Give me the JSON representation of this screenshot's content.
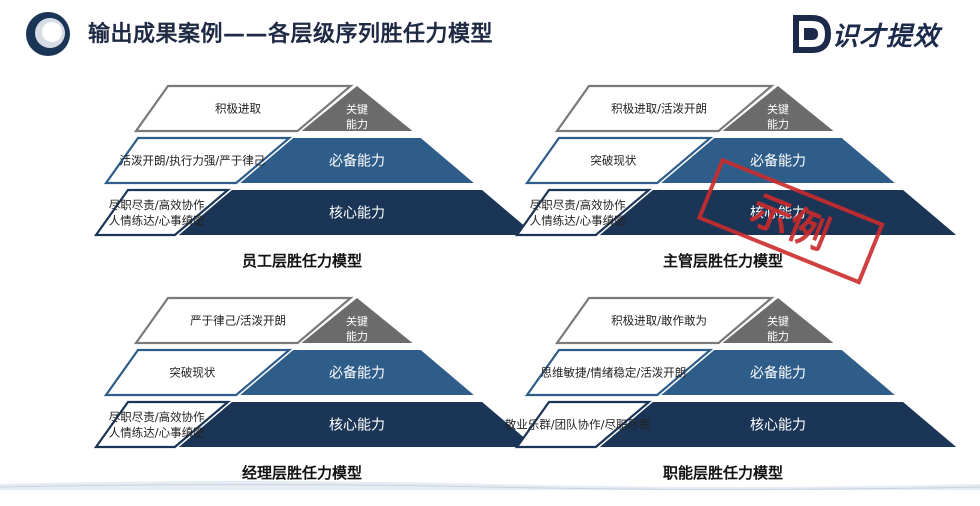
{
  "header": {
    "title": "输出成果案例——各层级序列胜任力模型",
    "brand": "识才提效",
    "colors": {
      "navy": "#1b3556",
      "mid_blue": "#2f5d8a",
      "gray": "#6b6b6b",
      "stamp_red": "#cc2b2b"
    }
  },
  "right_labels": {
    "key": [
      "关键",
      "能力"
    ],
    "required": "必备能力",
    "core": "核心能力"
  },
  "pyramids": [
    {
      "caption": "员工层胜任力模型",
      "tier1": [
        "积极进取"
      ],
      "tier2": [
        "活泼开朗/执行力强/严于律己"
      ],
      "tier3": [
        "尽职尽责/高效协作",
        "人情练达/心事缜密"
      ]
    },
    {
      "caption": "主管层胜任力模型",
      "tier1": [
        "积极进取/活泼开朗"
      ],
      "tier2": [
        "突破现状"
      ],
      "tier3": [
        "尽职尽责/高效协作",
        "人情练达/心事缜密"
      ]
    },
    {
      "caption": "经理层胜任力模型",
      "tier1": [
        "严于律己/活泼开朗"
      ],
      "tier2": [
        "突破现状"
      ],
      "tier3": [
        "尽职尽责/高效协作",
        "人情练达/心事缜密"
      ]
    },
    {
      "caption": "职能层胜任力模型",
      "tier1": [
        "积极进取/敢作敢为"
      ],
      "tier2": [
        "思维敏捷/情绪稳定/活泼开朗"
      ],
      "tier3": [
        "敬业乐群/团队协作/尽职尽责"
      ]
    }
  ],
  "stamp": {
    "text": "示例"
  }
}
